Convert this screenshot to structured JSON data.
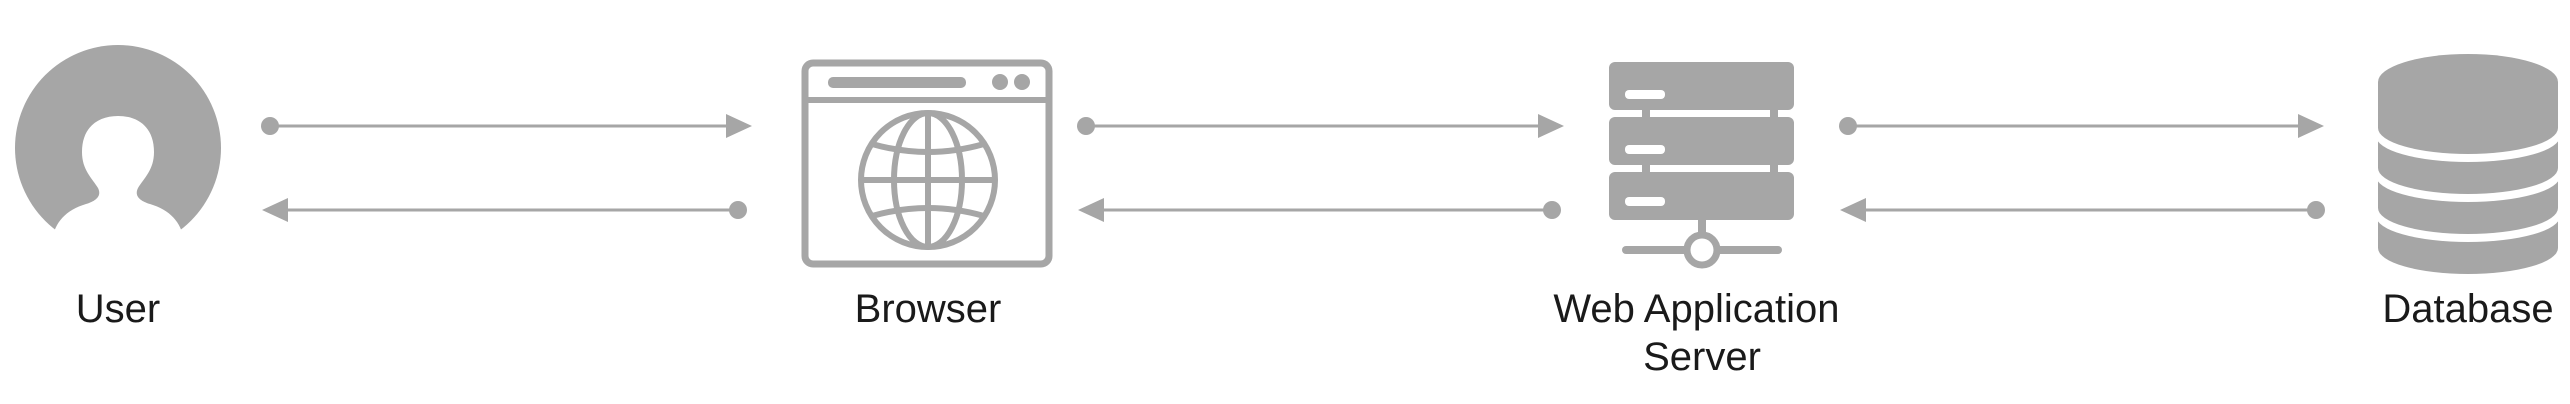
{
  "colors": {
    "icon": "#a6a6a6",
    "text": "#1a1a1a",
    "background": "#ffffff"
  },
  "nodes": [
    {
      "id": "user",
      "icon": "user-avatar-icon",
      "label_lines": [
        "User"
      ]
    },
    {
      "id": "browser",
      "icon": "browser-window-globe-icon",
      "label_lines": [
        "Browser"
      ]
    },
    {
      "id": "server",
      "icon": "server-rack-icon",
      "label_lines": [
        "Web Application",
        "Server"
      ]
    },
    {
      "id": "database",
      "icon": "database-cylinder-icon",
      "label_lines": [
        "Database"
      ]
    }
  ],
  "connections": [
    {
      "from": "user",
      "to": "browser",
      "direction": "bidirectional"
    },
    {
      "from": "browser",
      "to": "server",
      "direction": "bidirectional"
    },
    {
      "from": "server",
      "to": "database",
      "direction": "bidirectional"
    }
  ]
}
